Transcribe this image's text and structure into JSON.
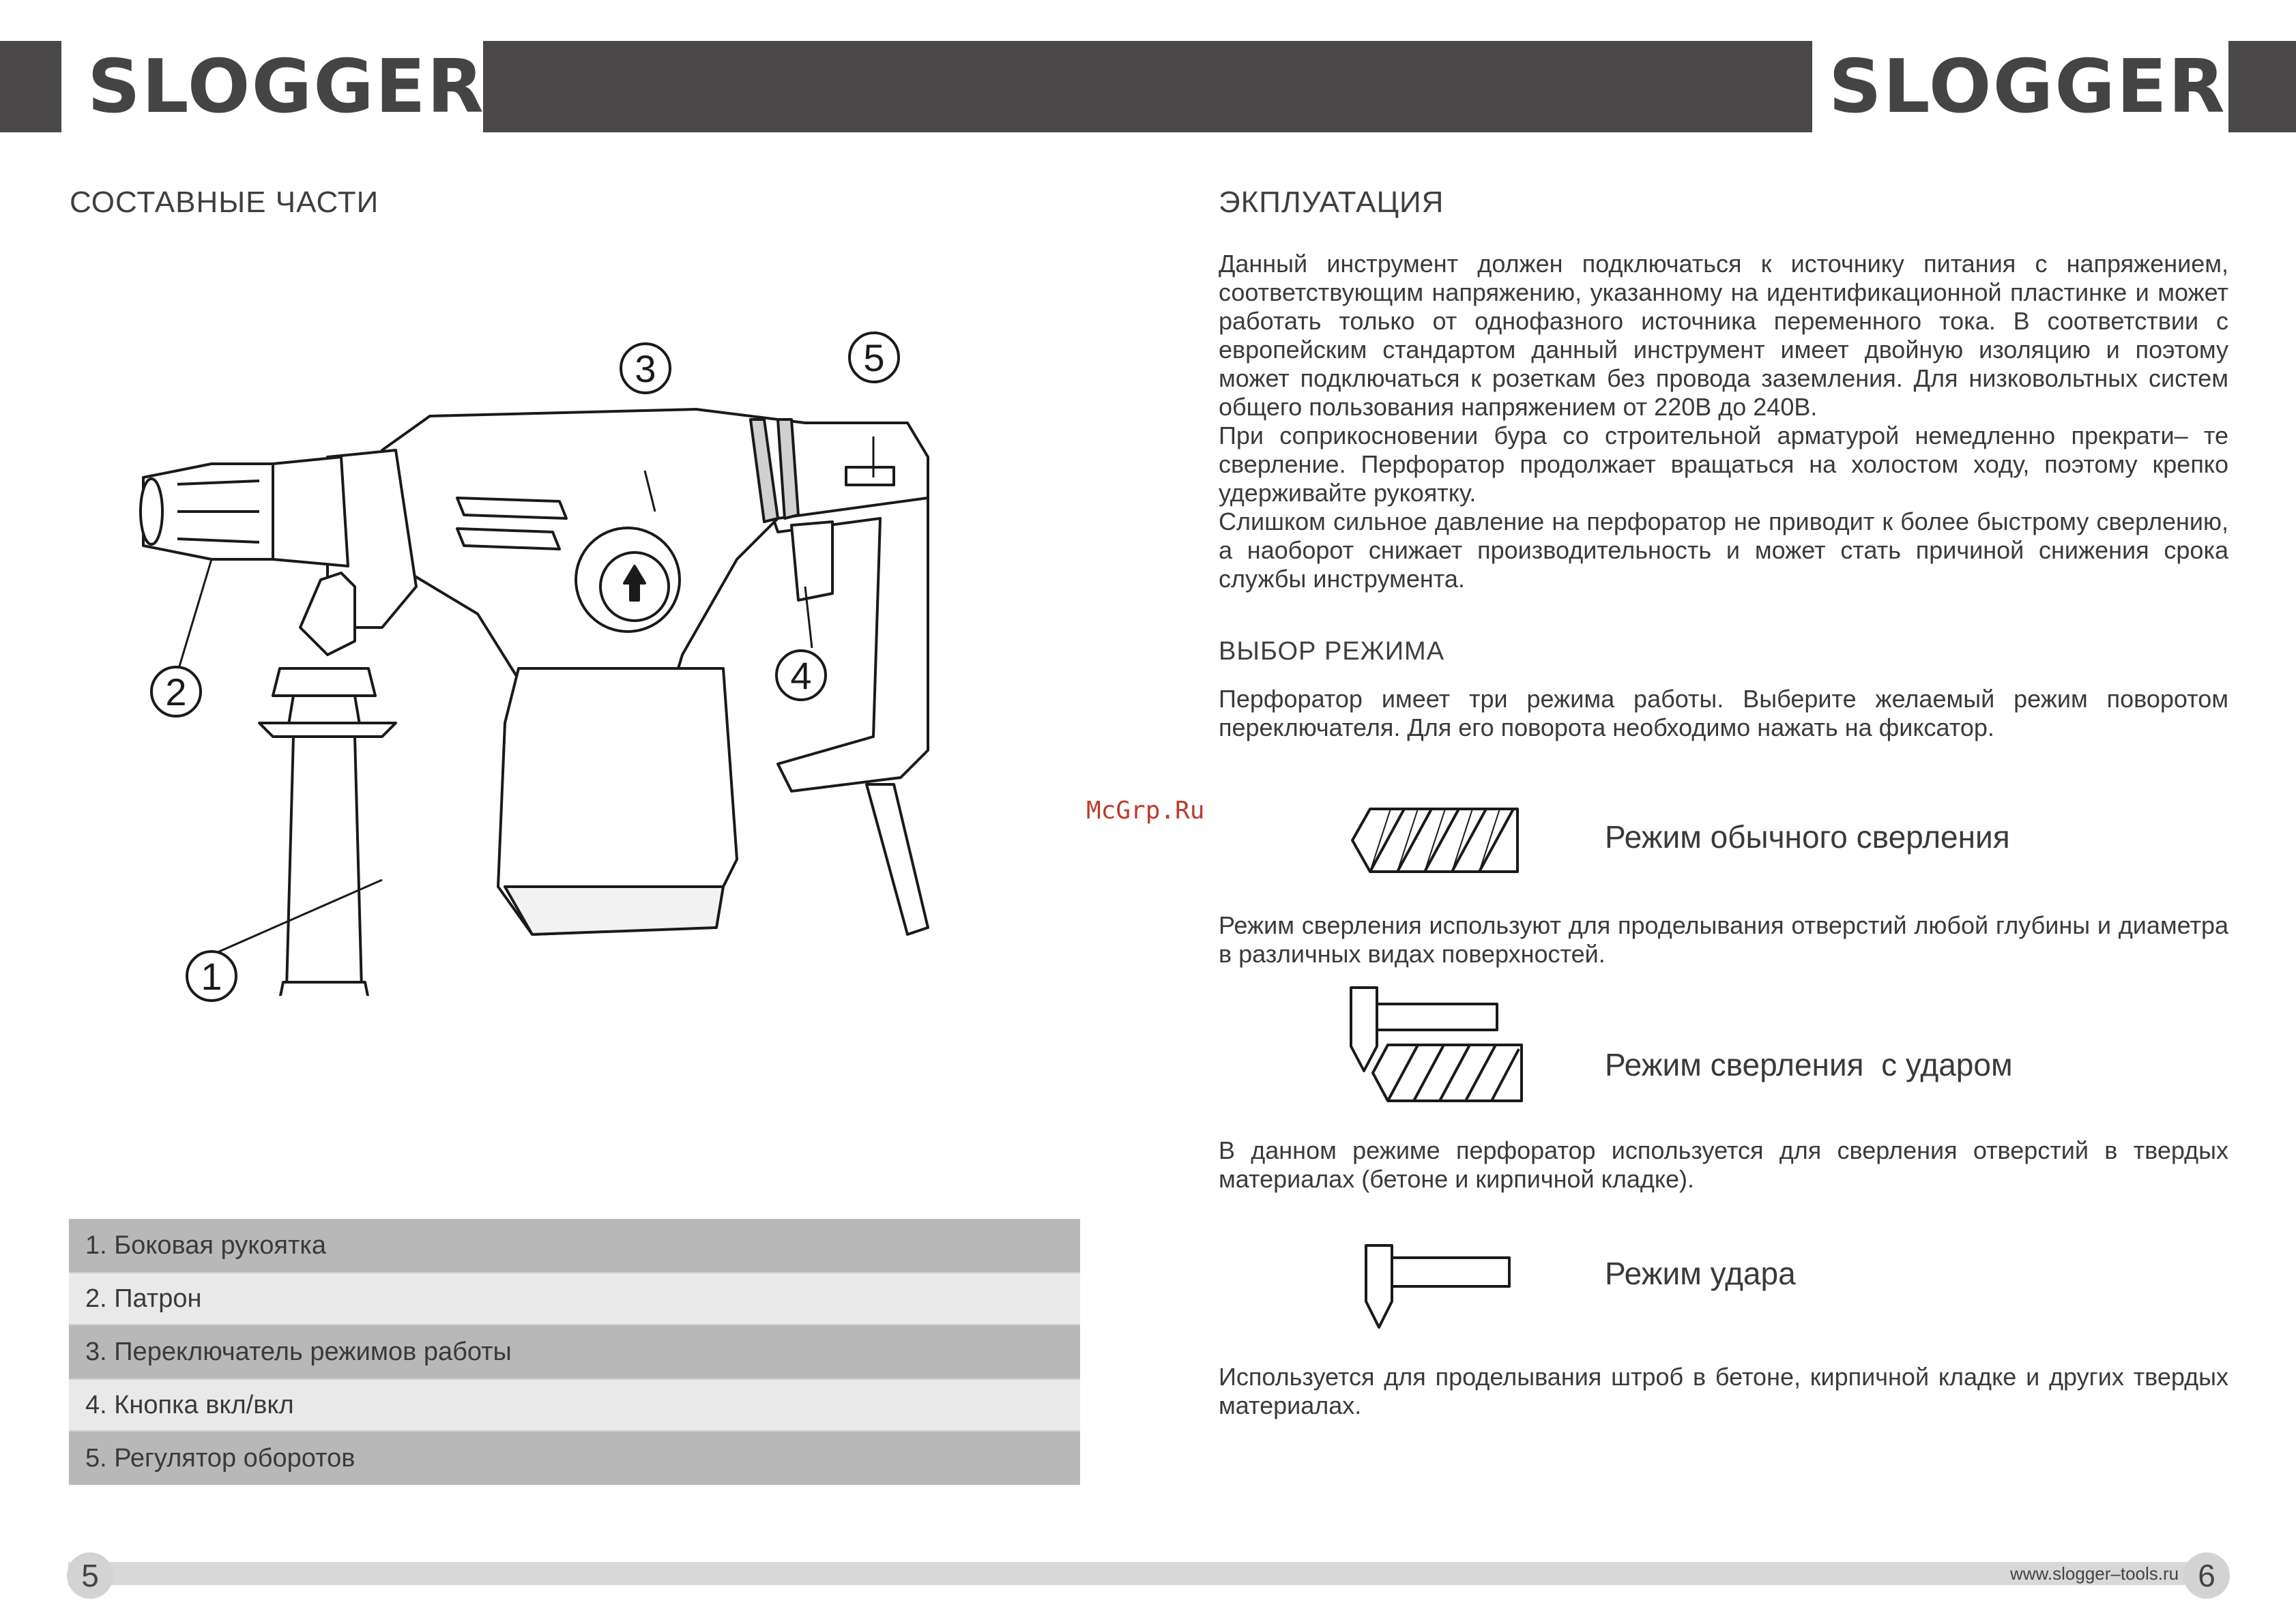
{
  "header": {
    "brand_left": "SLOGGER",
    "brand_right": "SLOGGER"
  },
  "left": {
    "title": "СОСТАВНЫЕ ЧАСТИ",
    "callouts": [
      "1",
      "2",
      "3",
      "4",
      "5"
    ],
    "parts": [
      "1. Боковая рукоятка",
      "2. Патрон",
      "3. Переключатель режимов работы",
      "4. Кнопка вкл/вкл",
      "5. Регулятор оборотов"
    ]
  },
  "right": {
    "title": "ЭКПЛУАТАЦИЯ",
    "intro": [
      "Данный инструмент должен подключаться к источнику питания с напряжением, соответствующим напряжению, указанному на идентификационной пластинке и может работать только от однофазного источника переменного тока. В соответствии с европейским стандартом данный инструмент имеет двойную изоляцию и поэтому может подключаться к розеткам без провода заземления. Для низковольтных систем общего пользования напряжением от 220В до 240В.",
      "При соприкосновении бура со строительной арматурой немедленно прекрати– те сверление. Перфоратор продолжает вращаться на холостом ходу, поэтому крепко удерживайте рукоятку.",
      "Слишком сильное давление на перфоратор не приводит к более быстрому сверлению, а наоборот снижает производительность и может стать причиной снижения срока службы инструмента."
    ],
    "mode_title": "ВЫБОР РЕЖИМА",
    "mode_intro": "Перфоратор имеет три режима работы. Выберите желаемый режим поворотом переключателя. Для его поворота необходимо нажать на фиксатор.",
    "modes": [
      {
        "label": "Режим обычного сверления",
        "icon": "drill-bit-icon",
        "desc": "Режим сверления используют для проделывания отверстий любой глубины и диаметра в различных видах поверхностей."
      },
      {
        "label": "Режим сверления  с ударом",
        "icon": "hammer-drill-icon",
        "desc": "В данном режиме перфоратор используется для сверления отверстий в твердых материалах (бетоне и кирпичной кладке)."
      },
      {
        "label": "Режим удара",
        "icon": "chisel-icon",
        "desc": "Используется для проделывания штроб в бетоне, кирпичной кладке и других твердых материалах."
      }
    ]
  },
  "watermark": "McGrp.Ru",
  "footer": {
    "page_left": "5",
    "page_right": "6",
    "site": "www.slogger–tools.ru"
  }
}
